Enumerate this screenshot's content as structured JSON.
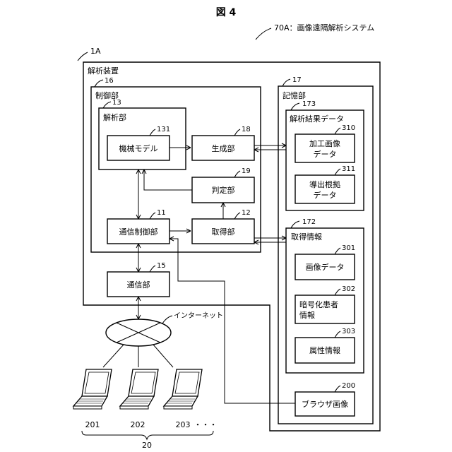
{
  "figure_title": "図 4",
  "system": {
    "label": "70A：画像遠隔解析システム"
  },
  "analysis_device": {
    "ref": "1A",
    "label": "解析装置"
  },
  "control_unit": {
    "ref": "16",
    "label": "制御部"
  },
  "analysis_unit": {
    "ref": "13",
    "label": "解析部"
  },
  "machine_model": {
    "ref": "131",
    "label": "機械モデル"
  },
  "generation_unit": {
    "ref": "18",
    "label": "生成部"
  },
  "judgment_unit": {
    "ref": "19",
    "label": "判定部"
  },
  "comm_control_unit": {
    "ref": "11",
    "label": "通信制御部"
  },
  "acquisition_unit": {
    "ref": "12",
    "label": "取得部"
  },
  "comm_unit": {
    "ref": "15",
    "label": "通信部"
  },
  "storage_unit": {
    "ref": "17",
    "label": "記憶部"
  },
  "result_data": {
    "ref": "173",
    "label": "解析結果データ"
  },
  "processed_image": {
    "ref": "310",
    "line1": "加工画像",
    "line2": "データ"
  },
  "evidence": {
    "ref": "311",
    "line1": "導出根拠",
    "line2": "データ"
  },
  "acquired_info": {
    "ref": "172",
    "label": "取得情報"
  },
  "image_data": {
    "ref": "301",
    "label": "画像データ"
  },
  "patient_info": {
    "ref": "302",
    "line1": "暗号化患者",
    "line2": "情報"
  },
  "attribute_info": {
    "ref": "303",
    "label": "属性情報"
  },
  "browser_image": {
    "ref": "200",
    "label": "ブラウザ画像"
  },
  "internet": {
    "label": "インターネット"
  },
  "terminals": {
    "refs": [
      "201",
      "202",
      "203"
    ],
    "ellipsis": "・・・",
    "group_ref": "20"
  }
}
